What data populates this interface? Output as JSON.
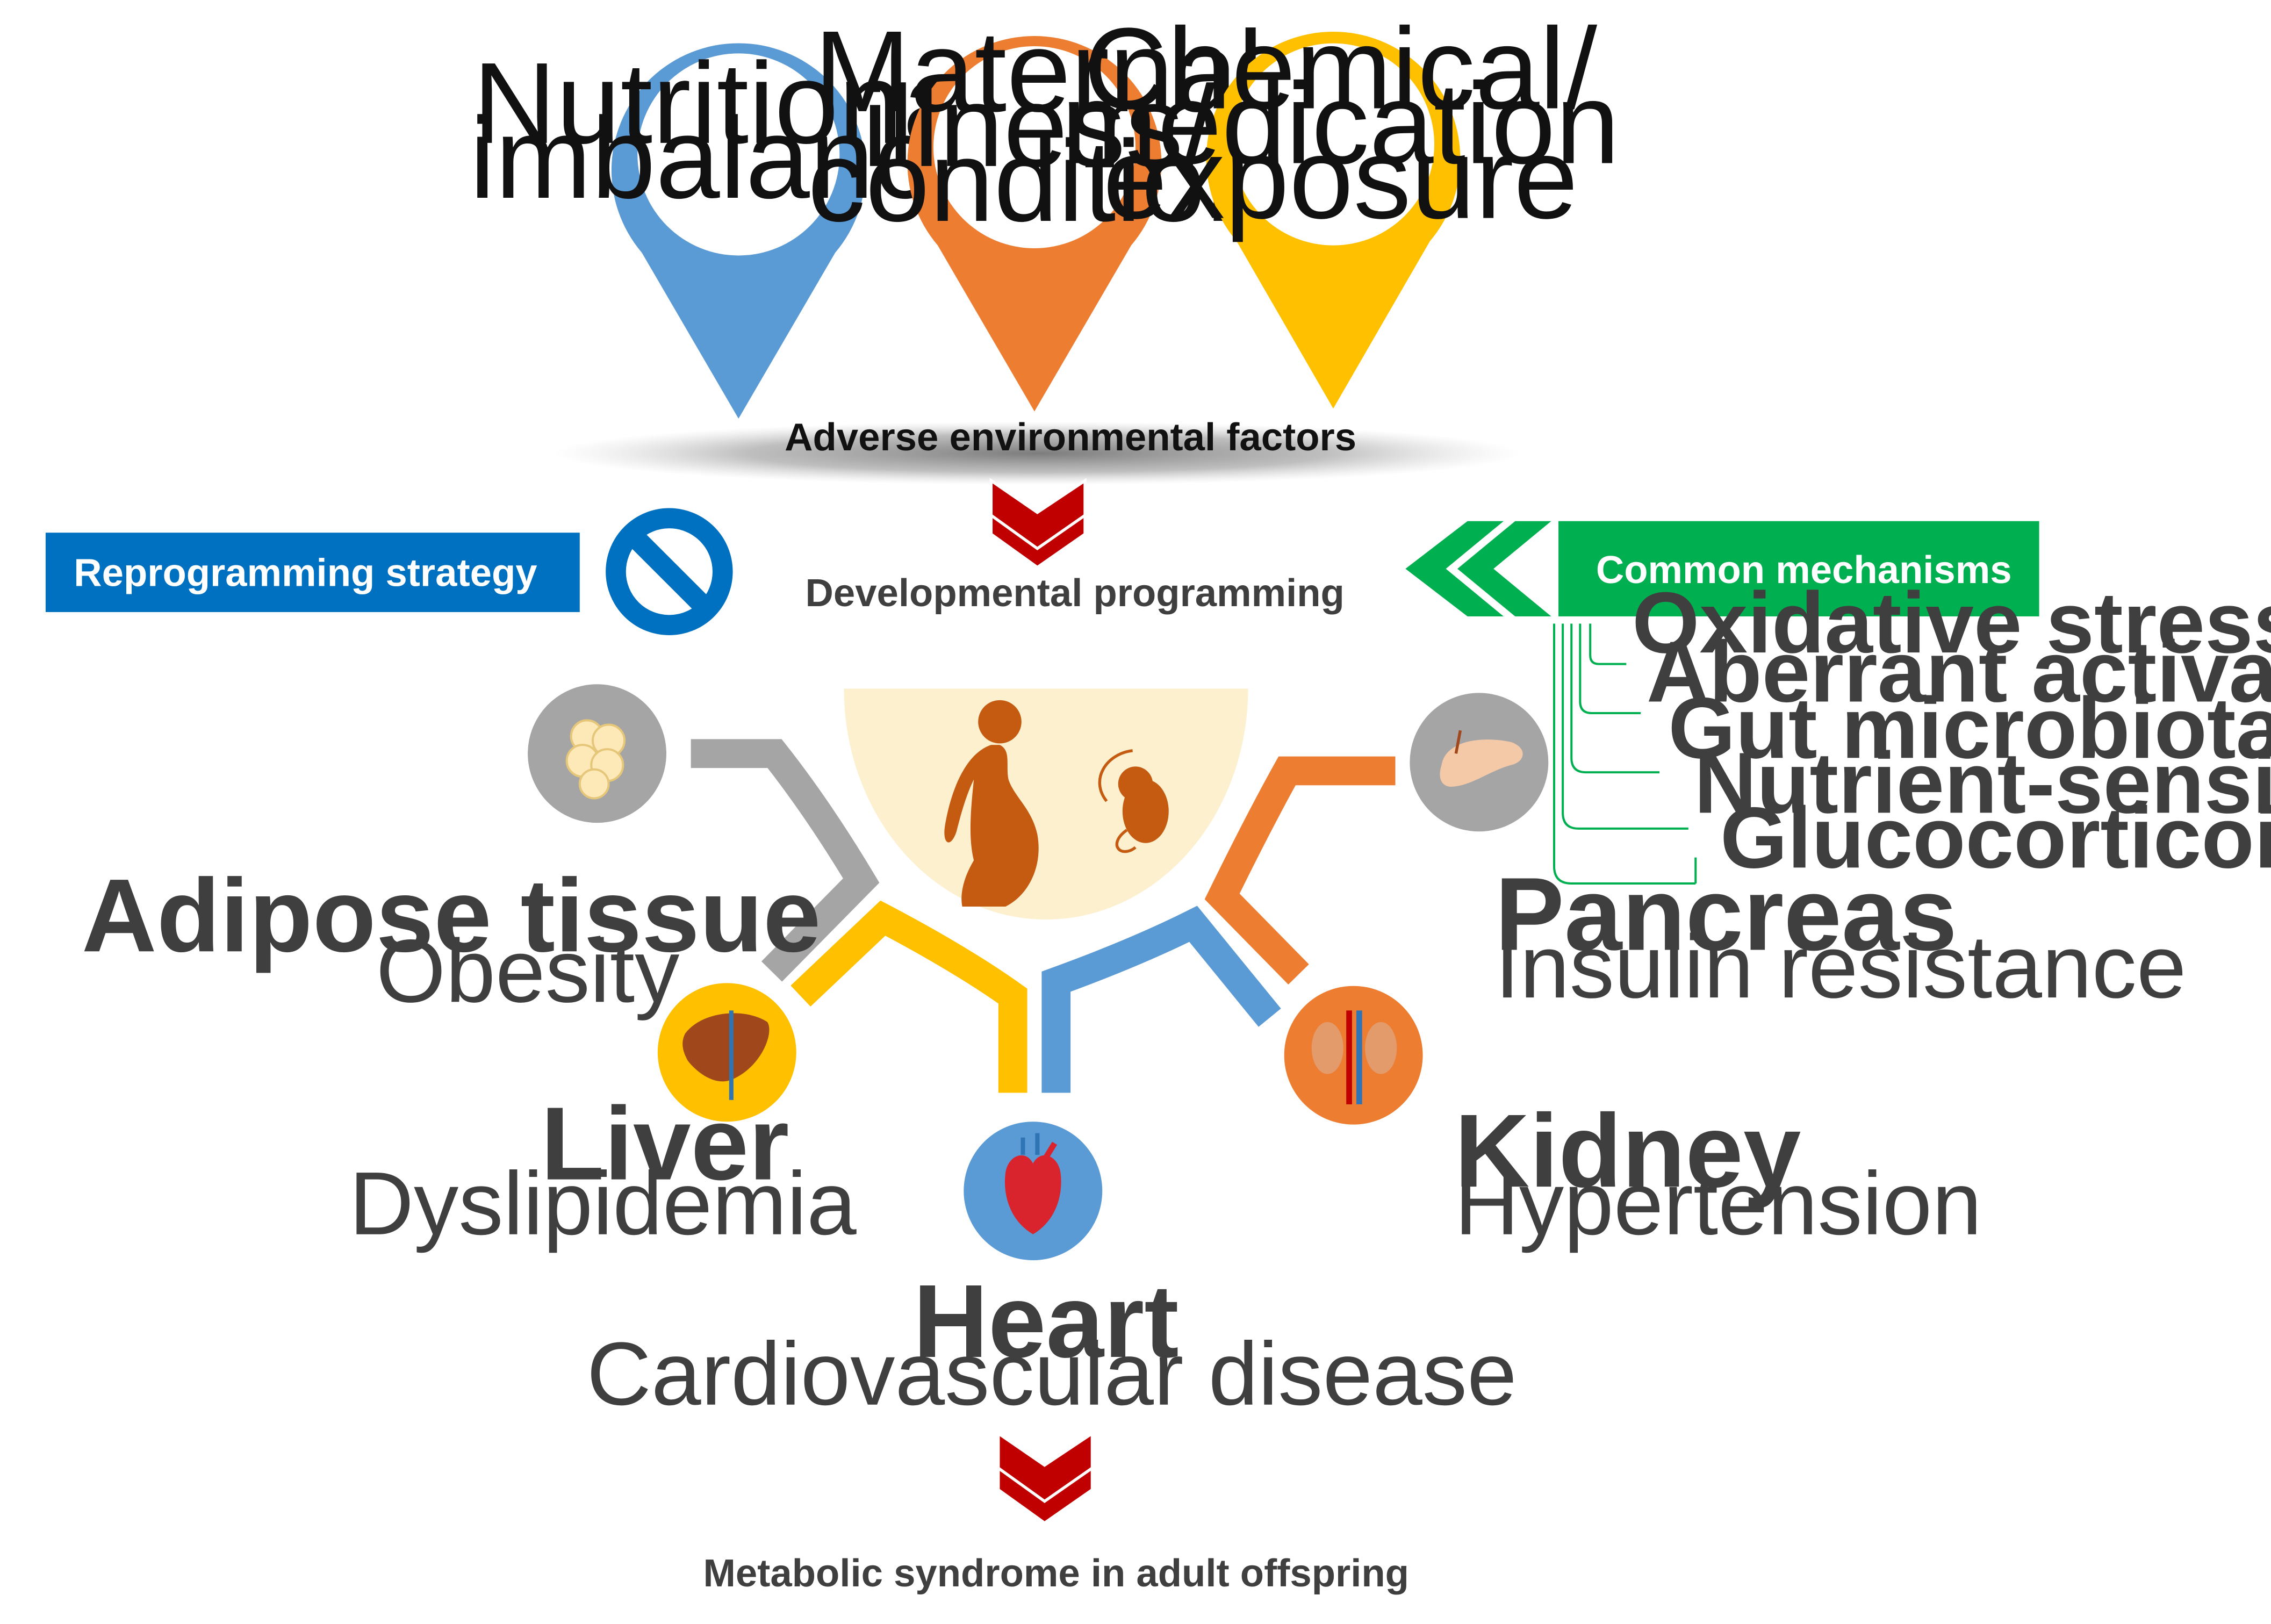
{
  "factors": {
    "nutritional": [
      "Nutritional",
      "imbalance"
    ],
    "maternal": [
      "Maternal",
      "illness/",
      "condition"
    ],
    "chemical": [
      "Chemical/",
      "medication",
      "exposure"
    ]
  },
  "adverse_label": "Adverse environmental factors",
  "developmental_label": "Developmental programming",
  "reprogramming_label": "Reprogramming strategy",
  "common_mechanisms_label": "Common mechanisms",
  "mechanisms": [
    "Oxidative stress",
    "Aberrant activation of RAS",
    "Gut microbiota dysbiosis",
    "Nutrient-sensing signal",
    "Glucocorticoid programming"
  ],
  "organs": {
    "adipose": {
      "name": "Adipose tissue",
      "condition": "Obesity"
    },
    "liver": {
      "name": "Liver",
      "condition": "Dyslipidemia"
    },
    "heart": {
      "name": "Heart",
      "condition": "Cardiovascular disease"
    },
    "kidney": {
      "name": "Kidney",
      "condition": "Hypertension"
    },
    "pancreas": {
      "name": "Pancreas",
      "condition": "Insulin resistance"
    }
  },
  "outcome_label": "Metabolic syndrome in adult offspring",
  "icons": {
    "pin_nutritional": "location-pin-icon",
    "pin_maternal": "location-pin-icon",
    "pin_chemical": "location-pin-icon",
    "prohibition": "no-entry-icon",
    "pregnancy": "pregnant-woman-icon",
    "fetus": "fetus-icon",
    "adipose": "fat-cells-icon",
    "liver": "liver-icon",
    "heart": "heart-icon",
    "kidney": "kidney-icon",
    "pancreas": "pancreas-icon"
  },
  "colors": {
    "blue": "#5b9bd5",
    "orange": "#ed7d31",
    "yellow": "#ffc000",
    "gray": "#a5a5a5",
    "green": "#00b050",
    "dark_blue": "#0070c0",
    "dark_red": "#c00000",
    "cream": "#fdf0cf"
  }
}
